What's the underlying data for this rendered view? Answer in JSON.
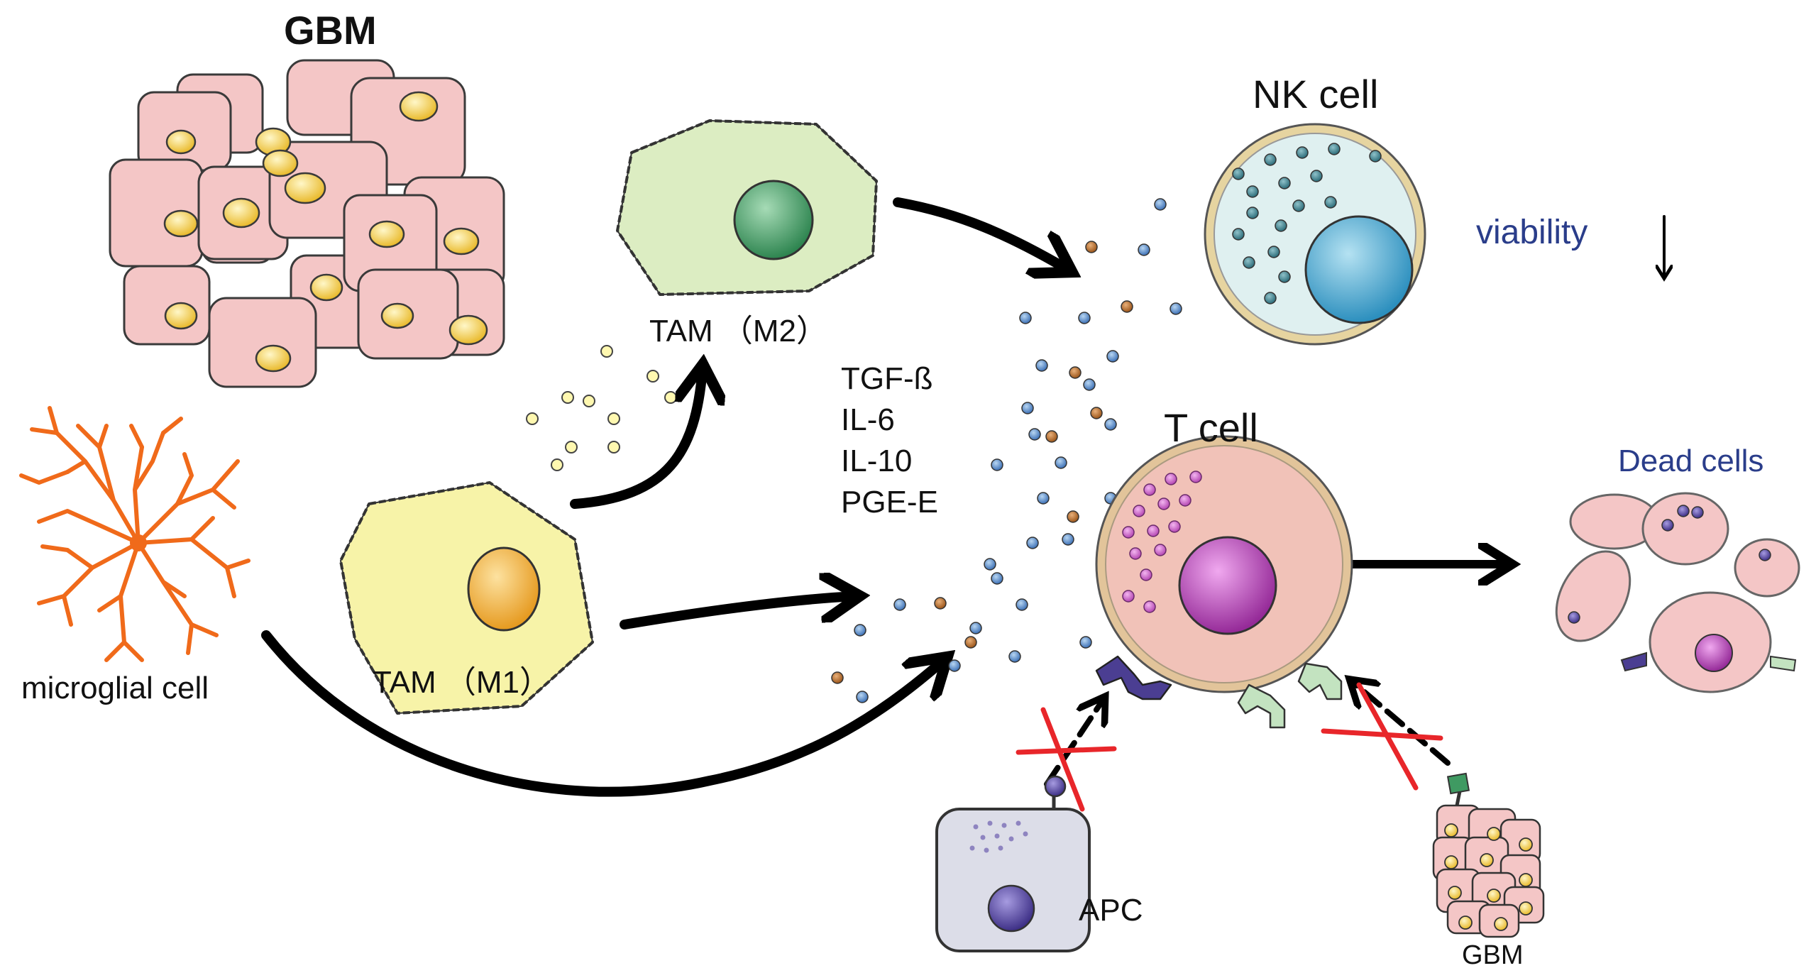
{
  "labels": {
    "gbm_top": "GBM",
    "microglia": "microglial cell",
    "tam_m1": "TAM （M1）",
    "tam_m2": "TAM （M2）",
    "nk_cell": "NK cell",
    "viability": "viability",
    "t_cell": "T cell",
    "dead_cells": "Dead cells",
    "apc": "APC",
    "gbm_bottom": "GBM"
  },
  "cytokines": [
    "TGF-ß",
    "IL-6",
    "IL-10",
    "PGE-E"
  ],
  "colors": {
    "gbm_cell_fill": "#f4c6c6",
    "gbm_nucleus": "#f5d560",
    "microglia": "#f06a1a",
    "tam_m1_fill": "#f7f3a8",
    "tam_m1_nucleus": "#f2b23a",
    "tam_m2_fill": "#dcedc2",
    "tam_m2_nucleus": "#3f9a62",
    "nk_fill": "#dff0f0",
    "nk_nucleus": "#42a7d1",
    "t_cell_fill": "#f1c2b8",
    "t_cell_nucleus": "#b03ab0",
    "apc_fill": "#dcdde8",
    "apc_nucleus": "#4c3f9a",
    "cytokine_blue": "#4d7fc3",
    "cytokine_brown": "#b46a28",
    "block_cross": "#e8262a",
    "label_blue": "#2a3d8a"
  }
}
